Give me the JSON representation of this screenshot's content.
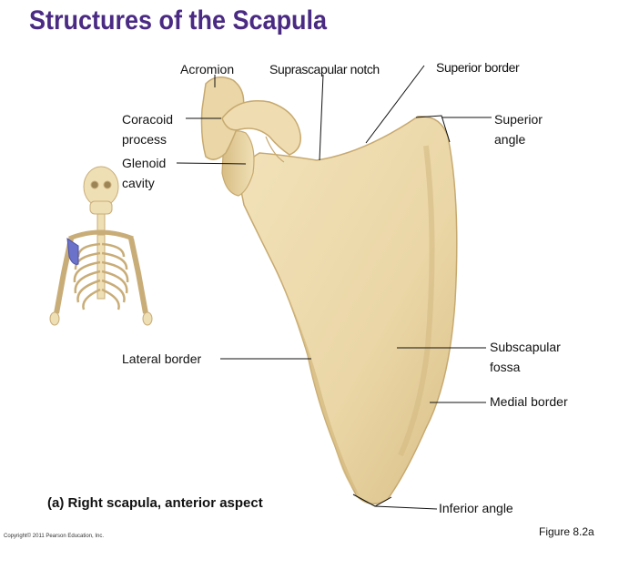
{
  "title": "Structures of the Scapula",
  "labels": {
    "acromion": "Acromion",
    "suprascapular_notch": "Suprascapular notch",
    "superior_border": "Superior border",
    "superior_angle_1": "Superior",
    "superior_angle_2": "angle",
    "coracoid_1": "Coracoid",
    "coracoid_2": "process",
    "glenoid_1": "Glenoid",
    "glenoid_2": "cavity",
    "lateral_border": "Lateral border",
    "subscapular_1": "Subscapular",
    "subscapular_2": "fossa",
    "medial_border": "Medial border",
    "inferior_angle": "Inferior angle"
  },
  "caption": "(a) Right scapula, anterior aspect",
  "copyright": "Copyright© 2011 Pearson Education, Inc.",
  "figure_number": "Figure 8.2a",
  "colors": {
    "title": "#4a2a83",
    "bone": "#ead6a6",
    "bone_shadow": "#cfb37a",
    "highlight": "#6b72c9"
  }
}
